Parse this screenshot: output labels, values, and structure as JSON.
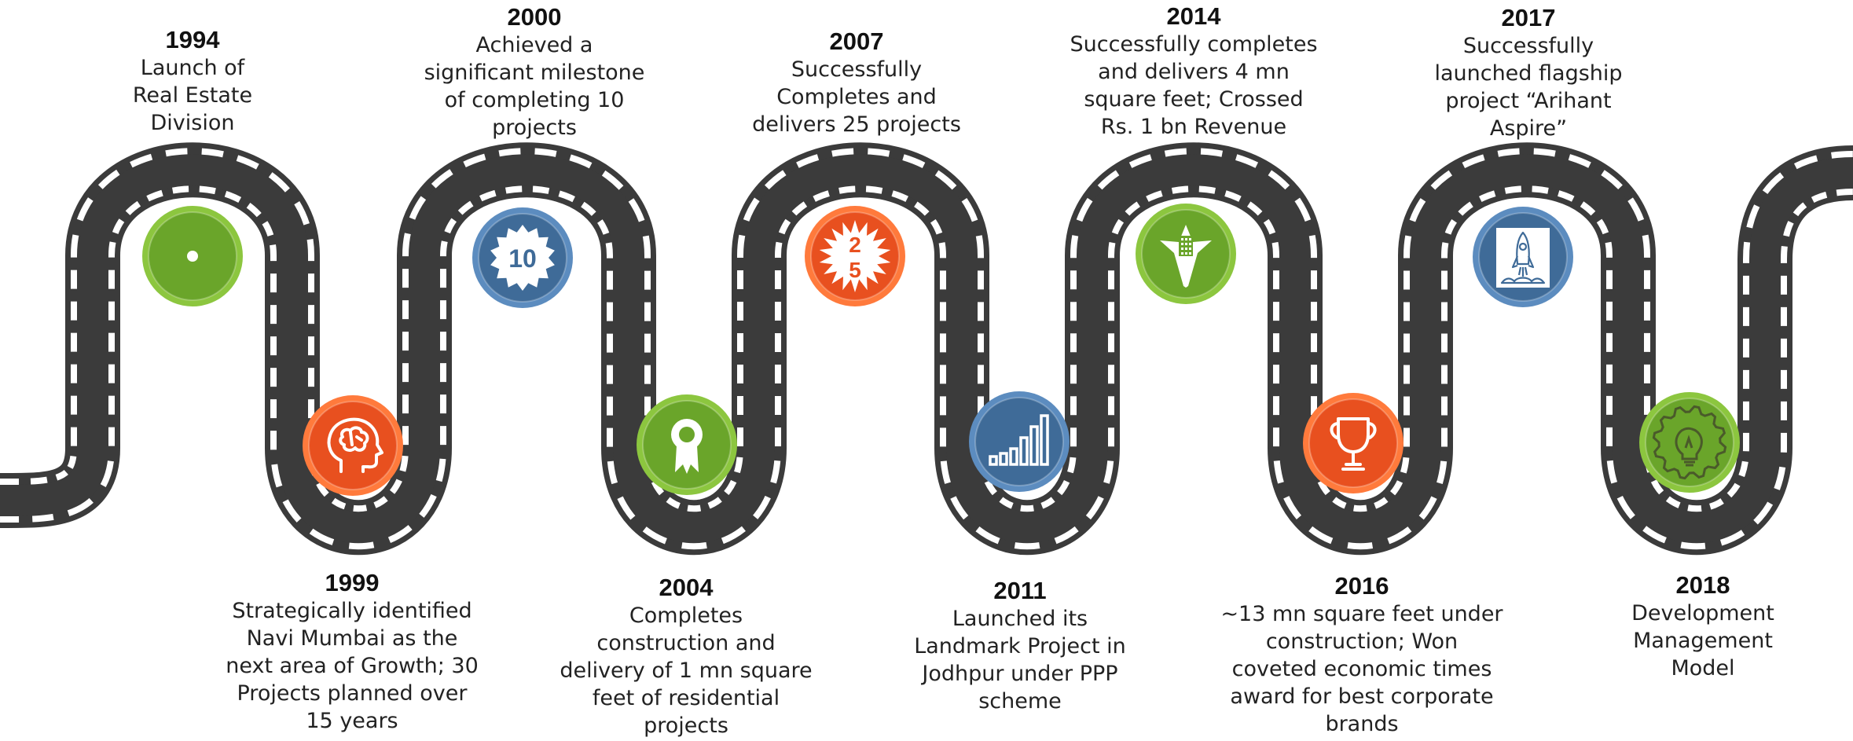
{
  "colors": {
    "road": "#3b3b3b",
    "lane": "#ffffff",
    "green": "#6aa52a",
    "green_light": "#8cc63f",
    "orange": "#e8501f",
    "orange_light": "#ff7a3c",
    "blue": "#3f6b98",
    "blue_light": "#5c8cbf"
  },
  "milestones": [
    {
      "year": "1994",
      "desc": "Launch of\nReal Estate\nDivision",
      "icon": "target-icon",
      "color": "green"
    },
    {
      "year": "1999",
      "desc": "Strategically identified\nNavi Mumbai as the\nnext area of Growth; 30\nProjects planned over\n15 years",
      "icon": "brain-head-icon",
      "color": "orange"
    },
    {
      "year": "2000",
      "desc": "Achieved a\nsignificant milestone\nof completing 10\nprojects",
      "icon": "ten-badge-icon",
      "color": "blue",
      "badge_text": "10"
    },
    {
      "year": "2004",
      "desc": "Completes\nconstruction and\ndelivery of 1 mn square\nfeet of residential\nprojects",
      "icon": "award-ribbon-icon",
      "color": "green"
    },
    {
      "year": "2007",
      "desc": "Successfully\nCompletes and\ndelivers 25 projects",
      "icon": "twenty-five-burst-icon",
      "color": "orange",
      "badge_text_top": "2",
      "badge_text_bottom": "5"
    },
    {
      "year": "2011",
      "desc": "Launched its\nLandmark Project in\nJodhpur under PPP\nscheme",
      "icon": "bar-growth-icon",
      "color": "blue"
    },
    {
      "year": "2014",
      "desc": "Successfully completes\nand delivers 4 mn\nsquare feet; Crossed\nRs. 1 bn Revenue",
      "icon": "building-star-icon",
      "color": "green"
    },
    {
      "year": "2016",
      "desc": "~13 mn square feet under\nconstruction; Won\ncoveted economic times\naward for best corporate\nbrands",
      "icon": "trophy-icon",
      "color": "orange"
    },
    {
      "year": "2017",
      "desc": "Successfully\nlaunched flagship\nproject “Arihant\nAspire”",
      "icon": "rocket-launch-icon",
      "color": "blue"
    },
    {
      "year": "2018",
      "desc": "Development\nManagement\nModel",
      "icon": "gear-bulb-icon",
      "color": "green"
    }
  ]
}
